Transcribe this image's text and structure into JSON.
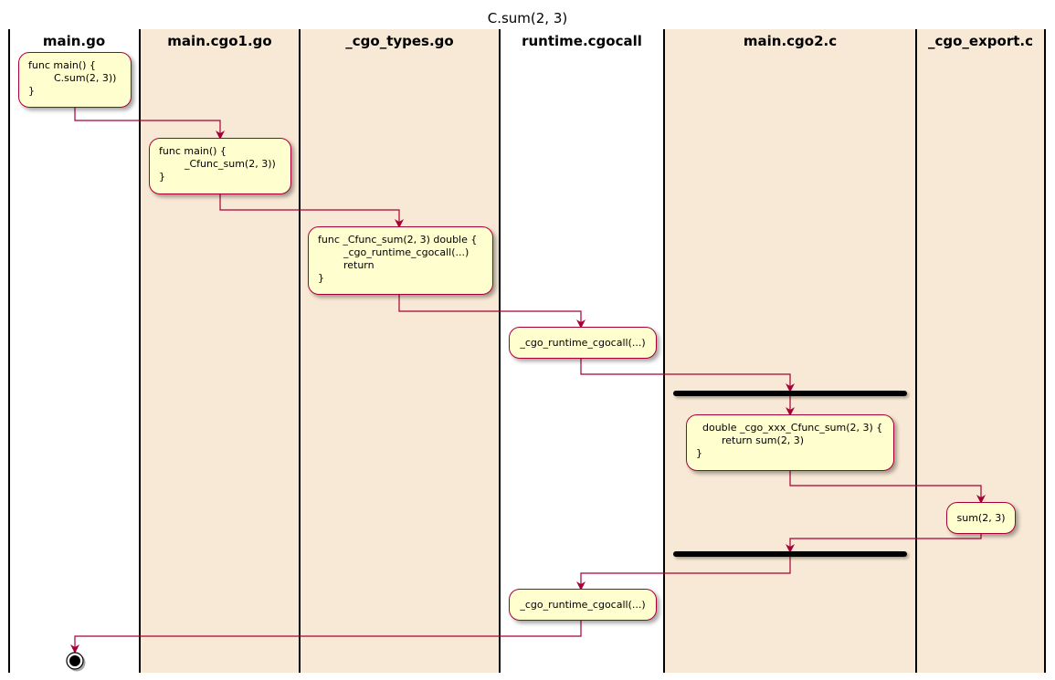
{
  "title": "C.sum(2, 3)",
  "colors": {
    "lane_fill": "#F8E9D6",
    "activity_fill": "#FEFECE",
    "activity_border": "#A80036",
    "arrow": "#A80036",
    "bar": "#000000"
  },
  "lanes": [
    {
      "name": "main.go",
      "shaded": false
    },
    {
      "name": "main.cgo1.go",
      "shaded": true
    },
    {
      "name": "_cgo_types.go",
      "shaded": true
    },
    {
      "name": "runtime.cgocall",
      "shaded": false
    },
    {
      "name": "main.cgo2.c",
      "shaded": true
    },
    {
      "name": "_cgo_export.c",
      "shaded": true
    }
  ],
  "activities": [
    {
      "lane": "main.go",
      "text": "func main() {\n        C.sum(2, 3))\n}"
    },
    {
      "lane": "main.cgo1.go",
      "text": "func main() {\n        _Cfunc_sum(2, 3))\n}"
    },
    {
      "lane": "_cgo_types.go",
      "text": "func _Cfunc_sum(2, 3) double {\n        _cgo_runtime_cgocall(...)\n        return\n}"
    },
    {
      "lane": "runtime.cgocall",
      "text": "_cgo_runtime_cgocall(...)"
    },
    {
      "lane": "main.cgo2.c",
      "text": "  double _cgo_xxx_Cfunc_sum(2, 3) {\n        return sum(2, 3)\n}"
    },
    {
      "lane": "_cgo_export.c",
      "text": "sum(2, 3)"
    },
    {
      "lane": "runtime.cgocall",
      "text": "_cgo_runtime_cgocall(...)"
    }
  ],
  "sync_bars": [
    {
      "lane": "main.cgo2.c",
      "type": "fork"
    },
    {
      "lane": "main.cgo2.c",
      "type": "join"
    }
  ],
  "end_node": {
    "lane": "main.go",
    "type": "stop"
  }
}
